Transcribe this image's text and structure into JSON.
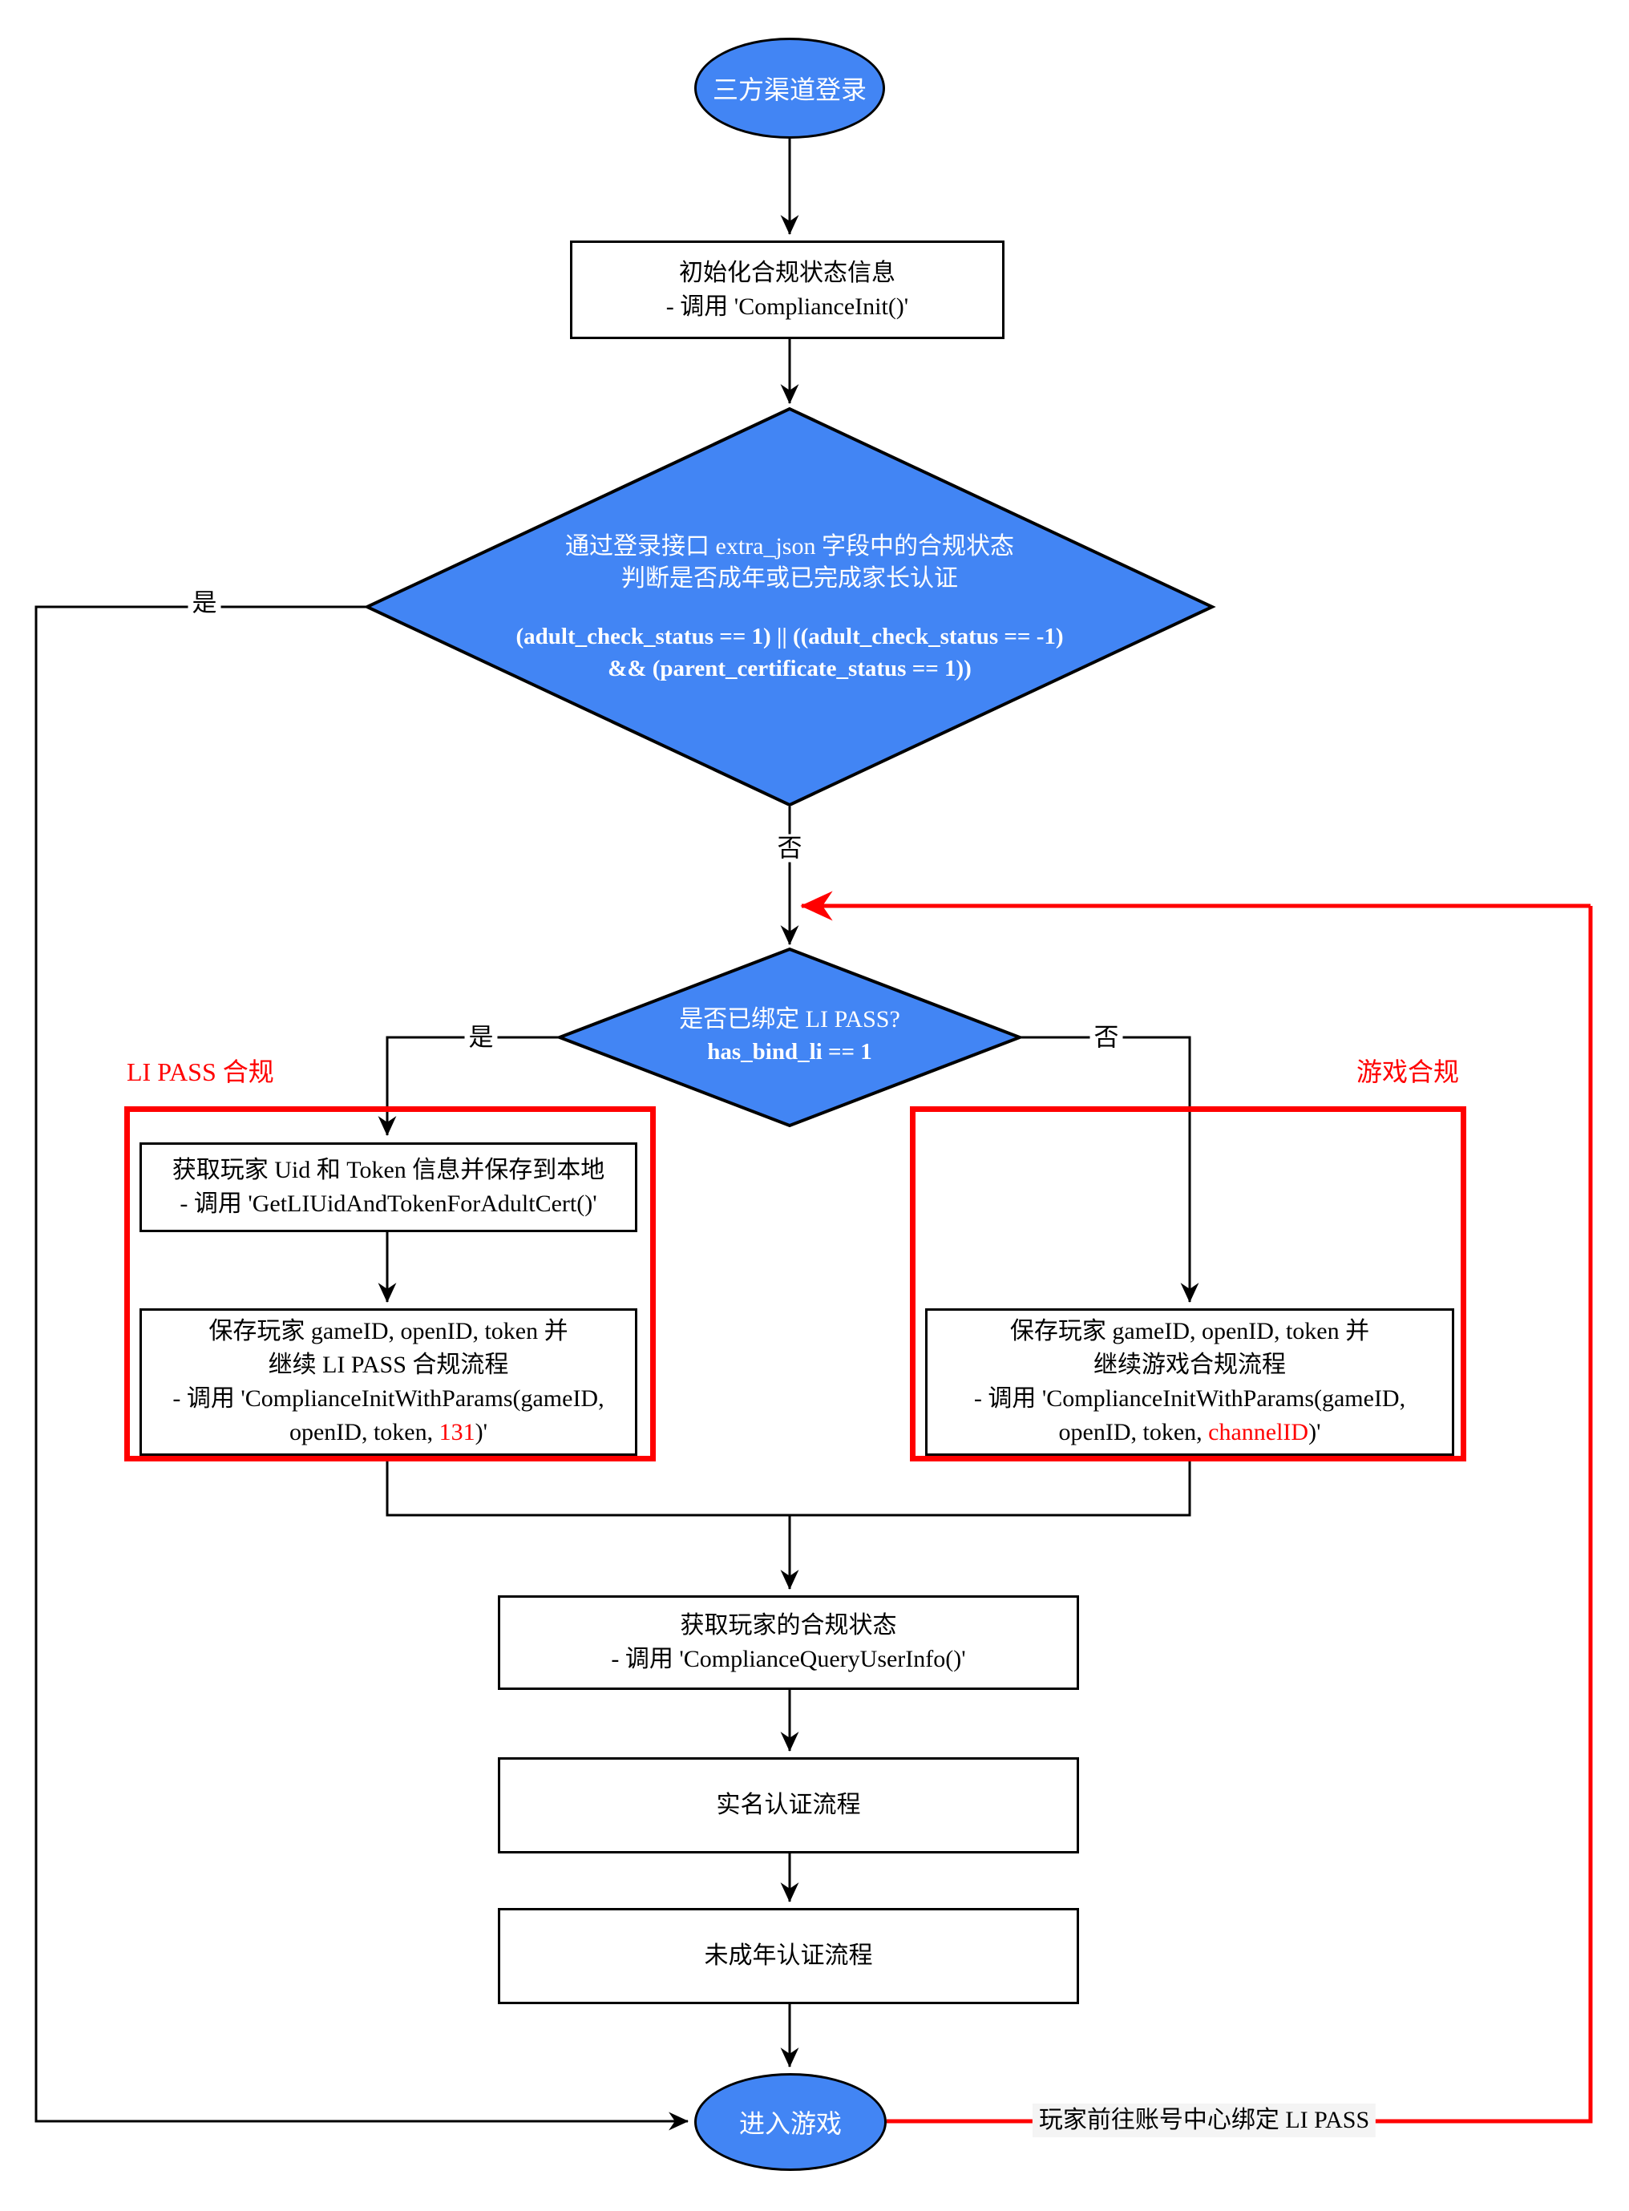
{
  "colors": {
    "node_fill_blue": "#4285f4",
    "node_text_white": "#ffffff",
    "accent_red": "#ff0000",
    "line_black": "#000000"
  },
  "start": {
    "label": "三方渠道登录"
  },
  "init": {
    "line1": "初始化合规状态信息",
    "line2": "- 调用 'ComplianceInit()'"
  },
  "decision_age": {
    "line1": "通过登录接口 extra_json 字段中的合规状态",
    "line2": "判断是否成年或已完成家长认证",
    "cond1": "(adult_check_status == 1) || ((adult_check_status  == -1)",
    "cond2": "&& (parent_certificate_status == 1))"
  },
  "decision_bind": {
    "line1": "是否已绑定 LI PASS?",
    "cond": "has_bind_li == 1"
  },
  "labels": {
    "age_yes": "是",
    "age_no": "否",
    "bind_yes": "是",
    "bind_no": "否"
  },
  "group_li": {
    "caption": "LI PASS 合规"
  },
  "group_game": {
    "caption": "游戏合规"
  },
  "li_get": {
    "line1": "获取玩家 Uid 和 Token 信息并保存到本地",
    "line2": "- 调用 'GetLIUidAndTokenForAdultCert()'"
  },
  "li_save": {
    "line1": "保存玩家 gameID, openID, token 并",
    "line2": "继续 LI PASS 合规流程",
    "line3": "- 调用 'ComplianceInitWithParams(gameID,",
    "line4_pre": "openID, token, ",
    "line4_red": "131",
    "line4_post": ")'"
  },
  "game_save": {
    "line1": "保存玩家 gameID, openID, token 并",
    "line2": "继续游戏合规流程",
    "line3": "- 调用 'ComplianceInitWithParams(gameID,",
    "line4_pre": "openID, token, ",
    "line4_red": "channelID",
    "line4_post": ")'"
  },
  "query": {
    "line1": "获取玩家的合规状态",
    "line2": "- 调用 'ComplianceQueryUserInfo()'"
  },
  "realname": {
    "label": "实名认证流程"
  },
  "minor": {
    "label": "未成年认证流程"
  },
  "end": {
    "label": "进入游戏"
  },
  "feedback": {
    "label": "玩家前往账号中心绑定 LI PASS"
  }
}
